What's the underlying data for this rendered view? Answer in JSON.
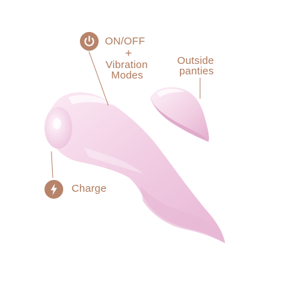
{
  "annotations": {
    "power": {
      "icon": "power-icon",
      "line1": "ON/OFF",
      "line2": "+",
      "line3": "Vibration",
      "line4": "Modes"
    },
    "outside": {
      "line1": "Outside",
      "line2": "panties"
    },
    "charge": {
      "icon": "lightning-bolt-icon",
      "label": "Charge"
    }
  },
  "colors": {
    "accent": "#b7846b",
    "text": "#b07a5c",
    "product": "#f3d2e6"
  }
}
